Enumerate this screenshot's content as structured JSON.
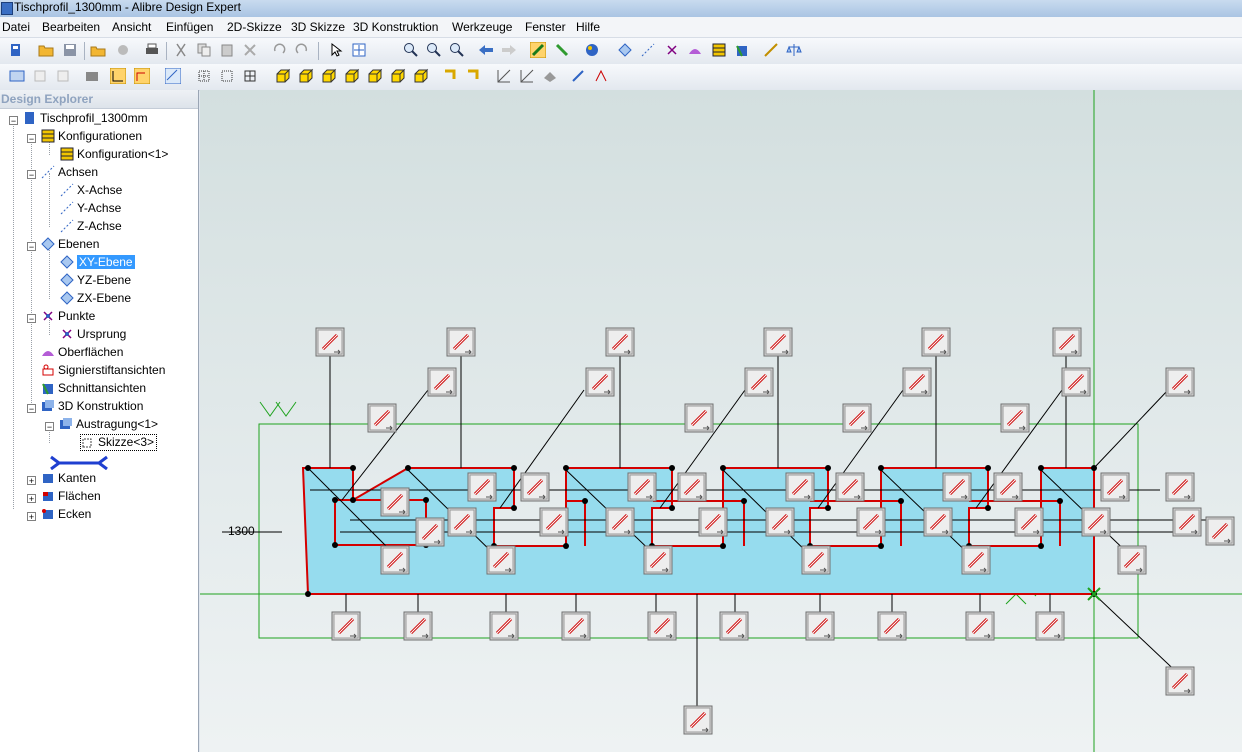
{
  "window": {
    "title": "Tischprofil_1300mm - Alibre Design Expert"
  },
  "menu": [
    "Datei",
    "Bearbeiten",
    "Ansicht",
    "Einfügen",
    "2D-Skizze",
    "3D Skizze",
    "3D Konstruktion",
    "Werkzeuge",
    "Fenster",
    "Hilfe"
  ],
  "explorer": {
    "title": "Design Explorer",
    "root": "Tischprofil_1300mm",
    "configs": "Konfigurationen",
    "config1": "Konfiguration<1>",
    "axes": "Achsen",
    "xaxis": "X-Achse",
    "yaxis": "Y-Achse",
    "zaxis": "Z-Achse",
    "planes": "Ebenen",
    "xyplane": "XY-Ebene",
    "yzplane": "YZ-Ebene",
    "zxplane": "ZX-Ebene",
    "points": "Punkte",
    "origin": "Ursprung",
    "surfaces": "Oberflächen",
    "pins": "Signierstiftansichten",
    "sections": "Schnittansichten",
    "design3d": "3D Konstruktion",
    "extrude": "Austragung<1>",
    "sketch": "Skizze<3>",
    "edges": "Kanten",
    "faces": "Flächen",
    "corners": "Ecken"
  },
  "viewport": {
    "dimension": "1300"
  },
  "colors": {
    "profile_fill": "#96dcee",
    "profile_edge": "#d40000",
    "construction": "#1fa31f",
    "selection": "#3399ff"
  }
}
